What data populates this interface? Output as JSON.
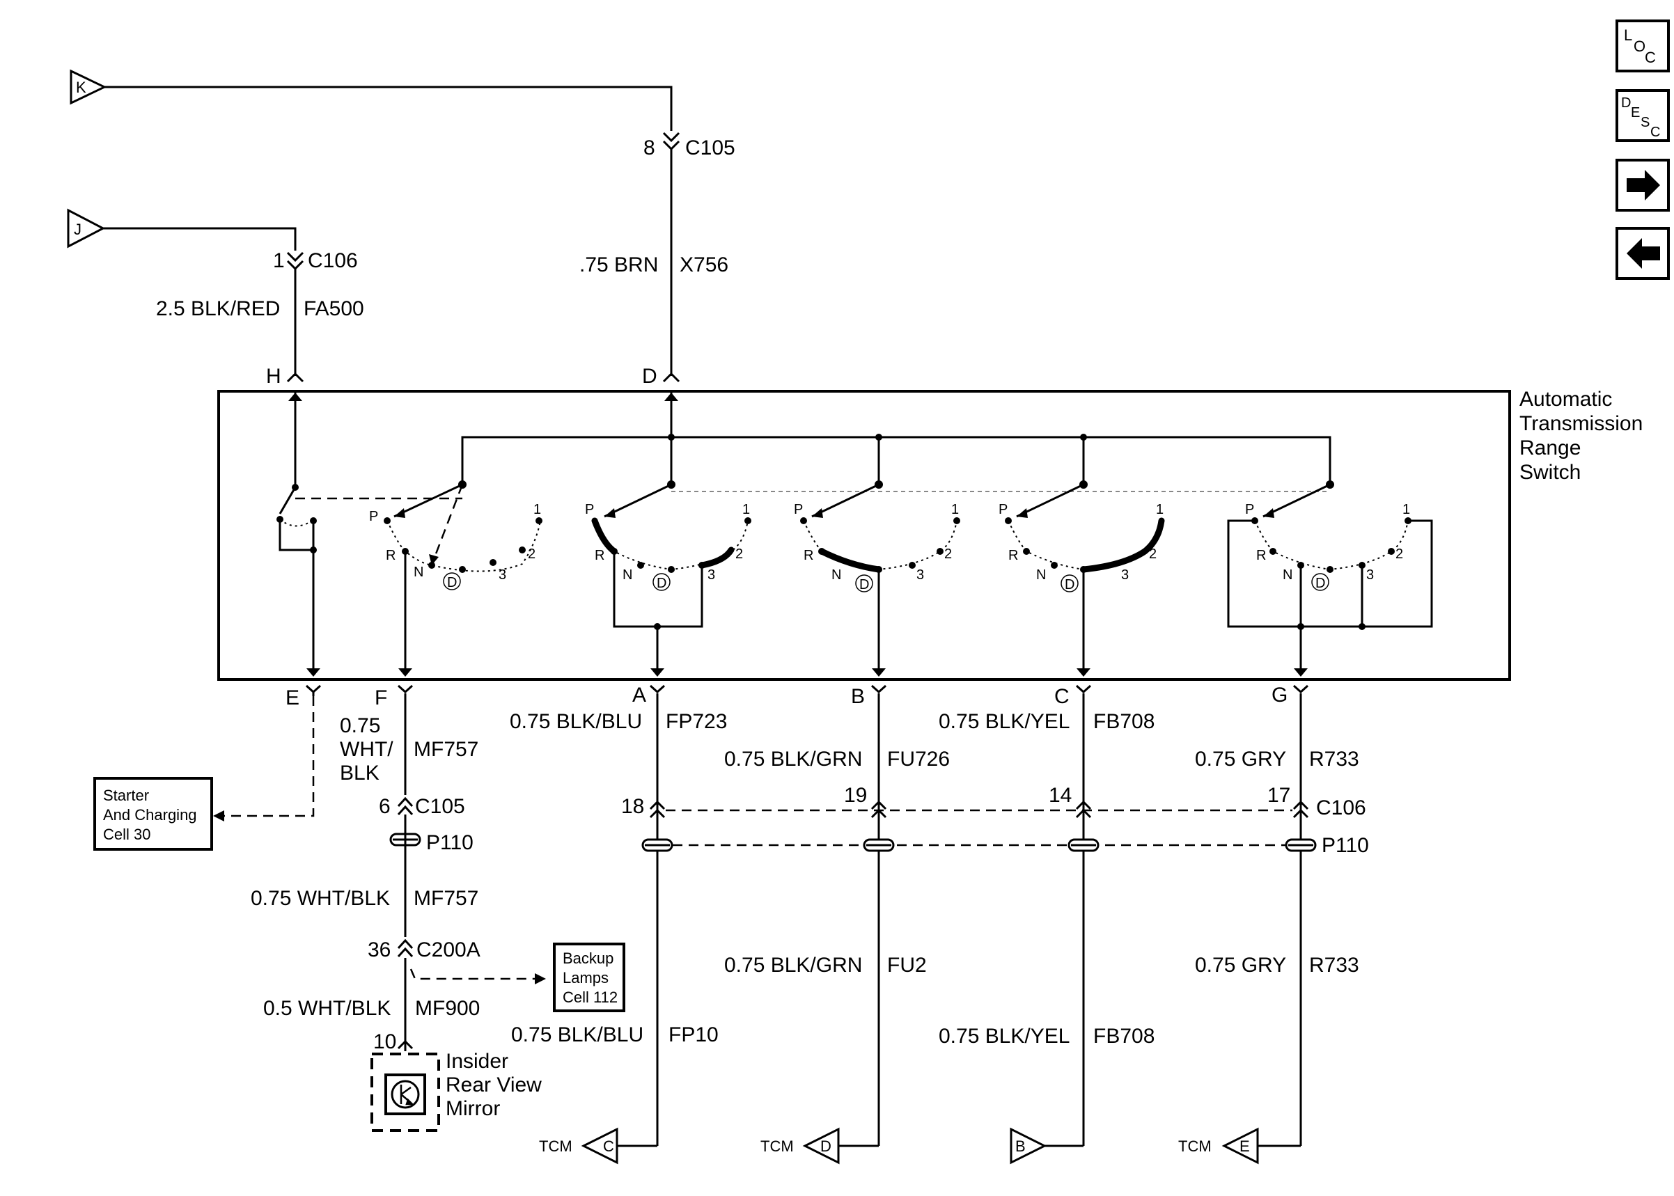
{
  "inputs": {
    "K": "K",
    "J": "J"
  },
  "connectors": {
    "c105_top": {
      "pin": "8",
      "name": "C105"
    },
    "c106_top": {
      "pin": "1",
      "name": "C106"
    },
    "c105_f": {
      "pin": "6",
      "name": "C105"
    },
    "p110": "P110",
    "c200a": {
      "pin": "36",
      "name": "C200A"
    },
    "mirror_pin": "10",
    "c106_row": {
      "name": "C106",
      "pins": [
        "18",
        "19",
        "14",
        "17"
      ]
    }
  },
  "wires": {
    "x756": {
      "gauge": ".75 BRN",
      "circuit": "X756"
    },
    "fa500": {
      "gauge": "2.5 BLK/RED",
      "circuit": "FA500"
    },
    "mf757_upper": {
      "gauge_lines": [
        "0.75",
        "WHT/",
        "BLK"
      ],
      "circuit": "MF757"
    },
    "mf757_lower": {
      "gauge": "0.75 WHT/BLK",
      "circuit": "MF757"
    },
    "mf900": {
      "gauge": "0.5 WHT/BLK",
      "circuit": "MF900"
    },
    "fp723": {
      "gauge": "0.75 BLK/BLU",
      "circuit": "FP723"
    },
    "fu726": {
      "gauge": "0.75 BLK/GRN",
      "circuit": "FU726"
    },
    "fb708_upper": {
      "gauge": "0.75 BLK/YEL",
      "circuit": "FB708"
    },
    "r733_upper": {
      "gauge": "0.75 GRY",
      "circuit": "R733"
    },
    "fu2": {
      "gauge": "0.75 BLK/GRN",
      "circuit": "FU2"
    },
    "r733_lower": {
      "gauge": "0.75 GRY",
      "circuit": "R733"
    },
    "fp10": {
      "gauge": "0.75 BLK/BLU",
      "circuit": "FP10"
    },
    "fb708_lower": {
      "gauge": "0.75 BLK/YEL",
      "circuit": "FB708"
    }
  },
  "switch": {
    "title_lines": [
      "Automatic",
      "Transmission",
      "Range",
      "Switch"
    ],
    "top_pins": [
      "H",
      "D"
    ],
    "bottom_pins": [
      "E",
      "F",
      "A",
      "B",
      "C",
      "G"
    ],
    "positions": [
      "P",
      "R",
      "N",
      "D",
      "3",
      "2",
      "1"
    ]
  },
  "references": {
    "starter": [
      "Starter",
      "And Charging",
      "Cell 30"
    ],
    "backup": [
      "Backup",
      "Lamps",
      "Cell 112"
    ],
    "mirror": [
      "Insider",
      "Rear View",
      "Mirror"
    ]
  },
  "outputs": [
    {
      "tag": "TCM",
      "letter": "C"
    },
    {
      "tag": "TCM",
      "letter": "D"
    },
    {
      "tag": "",
      "letter": "B"
    },
    {
      "tag": "TCM",
      "letter": "E"
    }
  ],
  "nav": {
    "loc": [
      "L",
      "O",
      "C"
    ],
    "desc": [
      "D",
      "E",
      "S",
      "C"
    ]
  }
}
